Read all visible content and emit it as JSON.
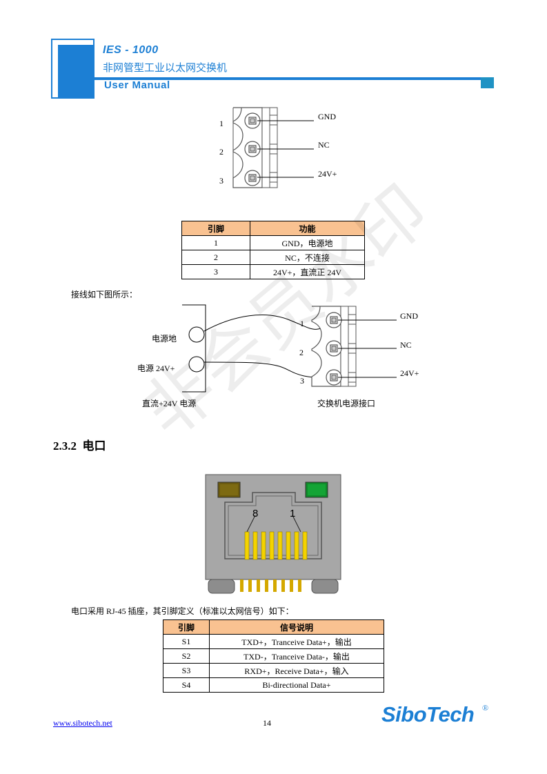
{
  "header": {
    "product": "IES - 1000",
    "subtitle": "非网管型工业以太网交换机",
    "manual": "User Manual"
  },
  "connector_diagram": {
    "pin_numbers": [
      "1",
      "2",
      "3"
    ],
    "labels": [
      "GND",
      "NC",
      "24V+"
    ]
  },
  "power_table": {
    "headers": [
      "引脚",
      "功能"
    ],
    "rows": [
      [
        "1",
        "GND，电源地"
      ],
      [
        "2",
        "NC，不连接"
      ],
      [
        "3",
        "24V+，直流正 24V"
      ]
    ]
  },
  "wiring_text": "接线如下图所示：",
  "wiring_diagram": {
    "supply_gnd": "电源地",
    "supply_pos": "电源 24V+",
    "supply_caption": "直流+24V 电源",
    "switch_caption": "交换机电源接口",
    "pin_numbers": [
      "1",
      "2",
      "3"
    ],
    "labels": [
      "GND",
      "NC",
      "24V+"
    ]
  },
  "section": {
    "number": "2.3.2",
    "title": "电口"
  },
  "rj45": {
    "pin_left": "8",
    "pin_right": "1",
    "colors": {
      "led_left": "#6b5a0e",
      "led_right": "#0f8a2a",
      "body": "#a7a7a7",
      "pin": "#f4d300"
    }
  },
  "rj45_text": "电口采用 RJ-45 插座，其引脚定义（标准以太网信号）如下：",
  "signal_table": {
    "headers": [
      "引脚",
      "信号说明"
    ],
    "rows": [
      [
        "S1",
        "TXD+，Tranceive Data+，输出"
      ],
      [
        "S2",
        "TXD-，Tranceive Data-，输出"
      ],
      [
        "S3",
        "RXD+，Receive Data+，输入"
      ],
      [
        "S4",
        "Bi-directional Data+"
      ]
    ]
  },
  "footer": {
    "website": "www.sibotech.net",
    "page": "14",
    "logo": "SiboTech",
    "registered": "®"
  },
  "watermark": "非会员水印",
  "colors": {
    "brand_blue": "#1c7fd4",
    "table_header": "#f9c291"
  }
}
